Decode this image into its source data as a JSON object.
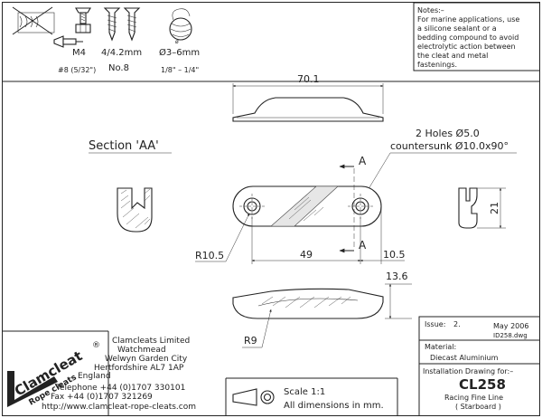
{
  "fasteners": {
    "m4": "M4",
    "m4_alt": "#8 (5/32\")",
    "screw_size": "4/4.2mm",
    "screw_no": "No.8",
    "rope_mm": "Ø3–6mm",
    "rope_in": "1/8\" – 1/4\""
  },
  "notes": {
    "title": "Notes:–",
    "lines": [
      "For marine applications, use",
      "a silicone sealant or a",
      "bedding compound to avoid",
      "electrolytic action between",
      "the cleat and metal",
      "fastenings."
    ]
  },
  "drawing": {
    "dim_length": "70.1",
    "section_label": "Section 'AA'",
    "holes_line1": "2 Holes Ø5.0",
    "holes_line2": "countersunk Ø10.0x90°",
    "cut_a_top": "A",
    "cut_a_bottom": "A",
    "dim_radius": "R10.5",
    "dim_spacing": "49",
    "dim_offset": "10.5",
    "dim_width": "21",
    "dim_height": "13.6",
    "dim_r9": "R9"
  },
  "company": {
    "name": "Clamcleats Limited",
    "address": [
      "Watchmead",
      "Welwyn Garden City",
      "Hertfordshire AL7 1AP",
      "England"
    ],
    "telephone": "Telephone +44 (0)1707 330101",
    "fax": "Fax +44 (0)1707 321269",
    "web": "http://www.clamcleat-rope-cleats.com",
    "logo_text": "Clamcleat",
    "logo_tagline": "Rope cleats",
    "logo_reg": "®"
  },
  "scale": {
    "scale": "Scale 1:1",
    "units": "All dimensions in mm."
  },
  "title_block": {
    "issue_label": "Issue:",
    "issue_value": "2.",
    "date": "May 2006",
    "file": "ID258.dwg",
    "material_label": "Material:",
    "material_value": "Diecast Aluminium",
    "install_label": "Installation Drawing for:–",
    "part_no": "CL258",
    "desc1": "Racing Fine Line",
    "desc2": "( Starboard )"
  }
}
